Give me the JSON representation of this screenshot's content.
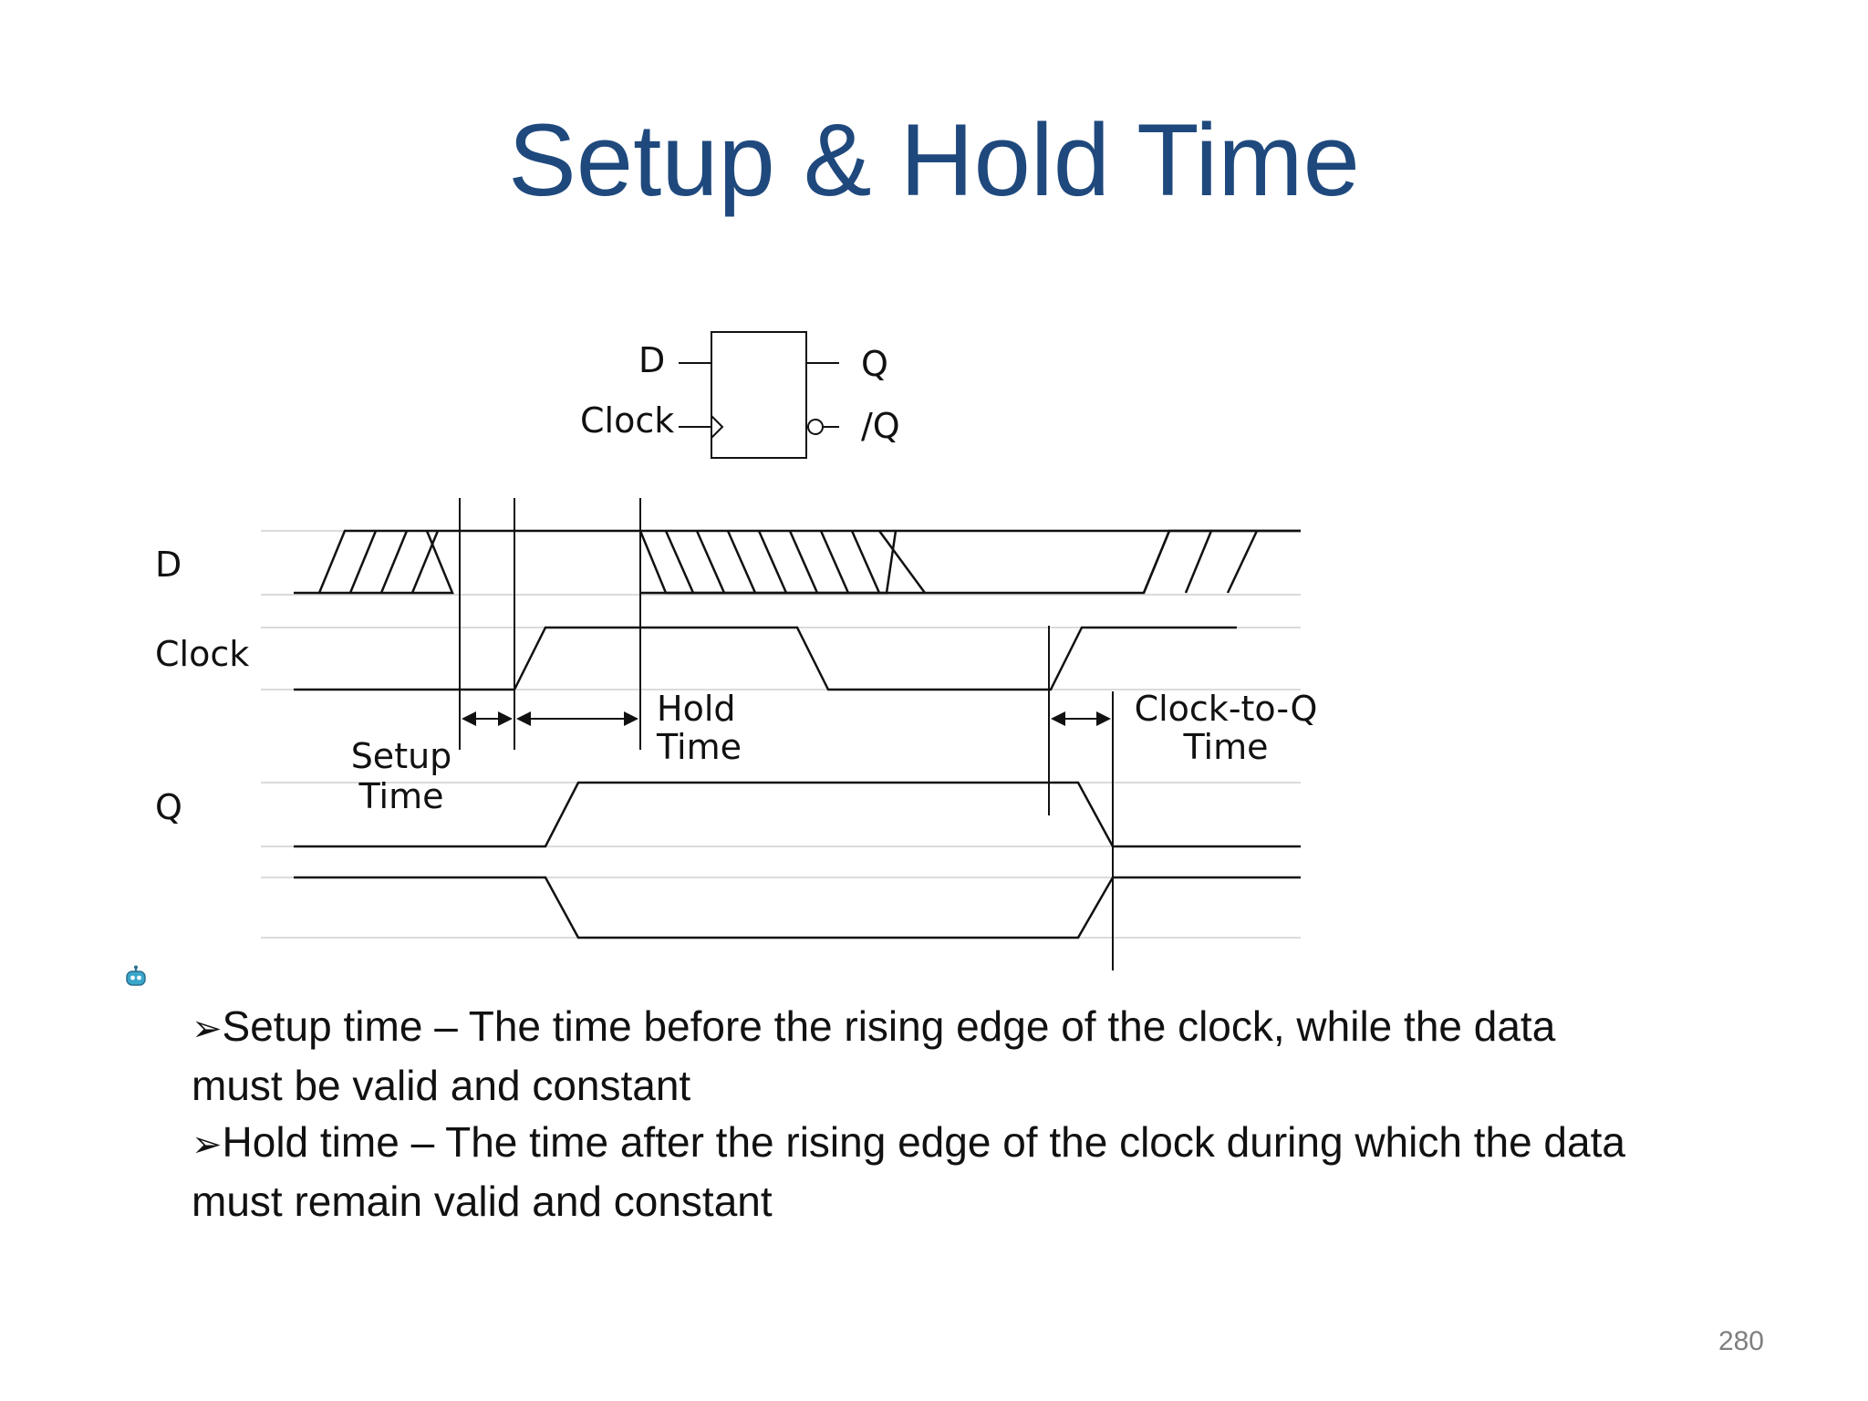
{
  "slide": {
    "title": "Setup & Hold Time",
    "page_number": "280"
  },
  "flipflop": {
    "input_d": "D",
    "input_clock": "Clock",
    "output_q": "Q",
    "output_qbar": "/Q"
  },
  "timing": {
    "signal_d": "D",
    "signal_clock": "Clock",
    "signal_q": "Q",
    "setup_label_1": "Setup",
    "setup_label_2": "Time",
    "hold_label_1": "Hold",
    "hold_label_2": "Time",
    "c2q_label_1": "Clock-to-Q",
    "c2q_label_2": "Time"
  },
  "bullets": [
    {
      "marker": "➢",
      "text_line1": "Setup time – The time before the rising edge of the clock, while the data",
      "text_line2": "must be valid and constant"
    },
    {
      "marker": "➢",
      "text_line1": "Hold time – The time after the rising edge of the clock during which the data",
      "text_line2": "must remain valid and constant"
    }
  ],
  "icons": {
    "footer_icon": "robot-icon"
  },
  "colors": {
    "title": "#1f497d",
    "text": "#111111",
    "page_number": "#7f7f7f"
  }
}
